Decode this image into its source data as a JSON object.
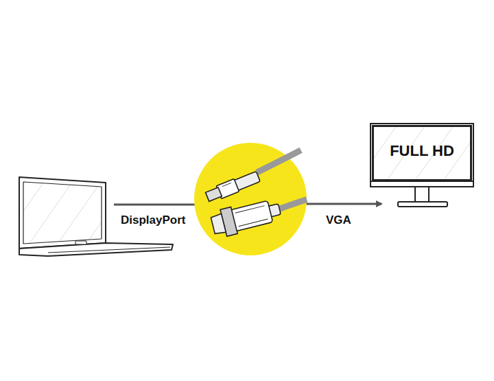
{
  "diagram": {
    "nodes": [
      {
        "text": [
          "FULL HD"
        ]
      }
    ],
    "labels": [
      "DisplayPort",
      "VGA"
    ]
  }
}
